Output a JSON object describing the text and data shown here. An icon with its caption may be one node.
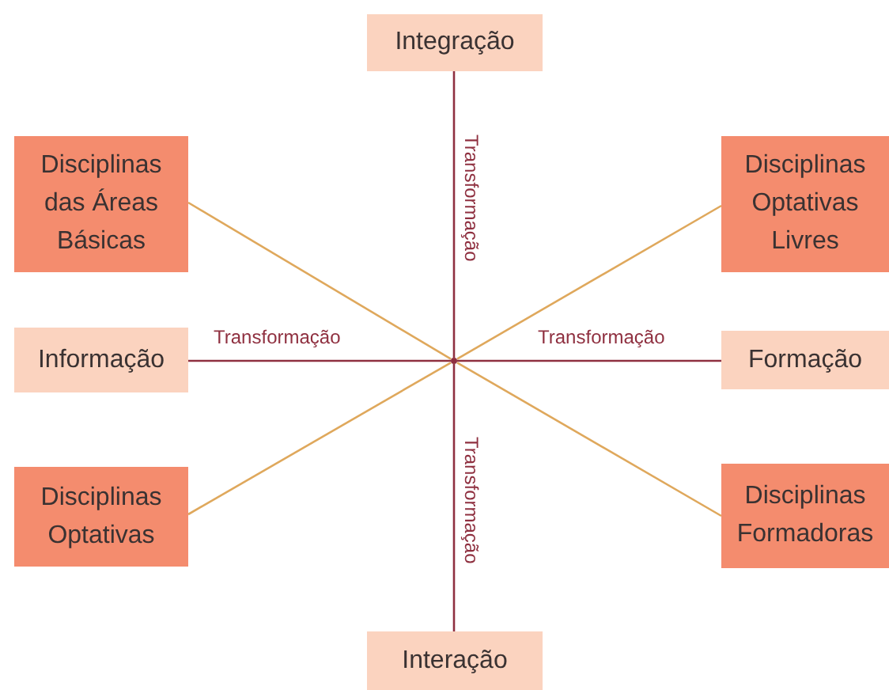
{
  "diagram": {
    "nodes": [
      {
        "text": [
          "Integração"
        ]
      },
      {
        "text": [
          "Disciplinas das Áreas Básicas"
        ]
      },
      {
        "text": [
          "Disciplinas Optativas Livres"
        ]
      },
      {
        "text": [
          "Informação"
        ]
      },
      {
        "text": [
          "Formação"
        ]
      },
      {
        "text": [
          "Disciplinas Optativas"
        ]
      },
      {
        "text": [
          "Disciplinas Formadoras"
        ]
      },
      {
        "text": [
          "Interação"
        ]
      },
      {
        "text": [],
        "shape": "dot"
      }
    ],
    "edges": [
      {
        "from": 8,
        "to": 0,
        "arrow": "none",
        "label": "Transformação"
      },
      {
        "from": 8,
        "to": 1,
        "arrow": "none",
        "color": "#dfa85c"
      },
      {
        "from": 8,
        "to": 2,
        "arrow": "none",
        "color": "#dfa85c"
      },
      {
        "from": 8,
        "to": 3,
        "arrow": "none",
        "label": "Transformação"
      },
      {
        "from": 8,
        "to": 4,
        "arrow": "none",
        "label": "Transformação"
      },
      {
        "from": 8,
        "to": 5,
        "arrow": "none",
        "color": "#dfa85c"
      },
      {
        "from": 8,
        "to": 6,
        "arrow": "none",
        "color": "#dfa85c"
      },
      {
        "from": 8,
        "to": 7,
        "arrow": "none",
        "label": "Transformação"
      }
    ]
  }
}
